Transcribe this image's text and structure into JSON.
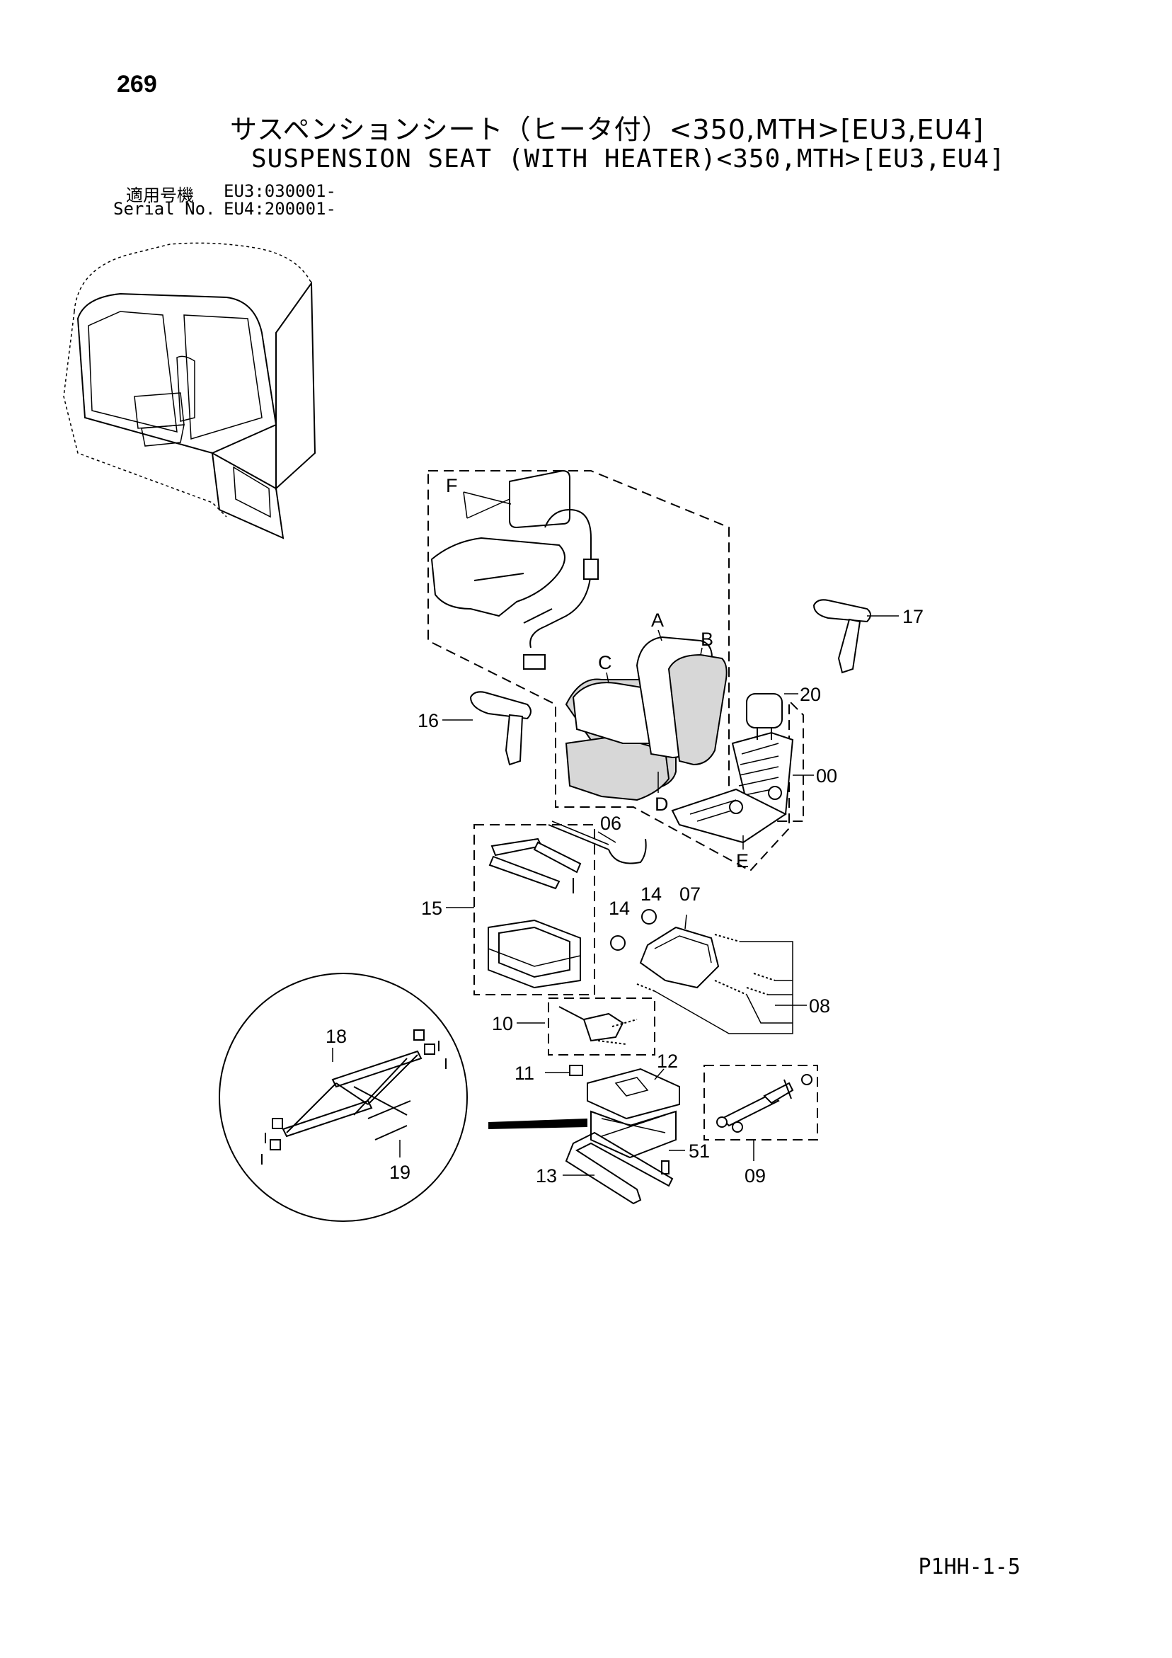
{
  "page_number": "269",
  "title_jp": "サスペンションシート（ヒータ付）<350,MTH>[EU3,EU4]",
  "title_en": "SUSPENSION SEAT (WITH HEATER)<350,MTH>[EU3,EU4]",
  "serial": {
    "label_jp": "適用号機",
    "label_en": "Serial No.",
    "eu3": "EU3:030001-",
    "eu4": "EU4:200001-"
  },
  "page_code": "P1HH-1-5",
  "callouts": {
    "F": "F",
    "A": "A",
    "B": "B",
    "C": "C",
    "D": "D",
    "E": "E",
    "p17": "17",
    "p20": "20",
    "p16": "16",
    "p00": "00",
    "p06": "06",
    "p15": "15",
    "p14a": "14",
    "p14b": "14",
    "p07": "07",
    "p08": "08",
    "p10": "10",
    "p18": "18",
    "p11": "11",
    "p12": "12",
    "p51": "51",
    "p19": "19",
    "p13": "13",
    "p09": "09"
  }
}
